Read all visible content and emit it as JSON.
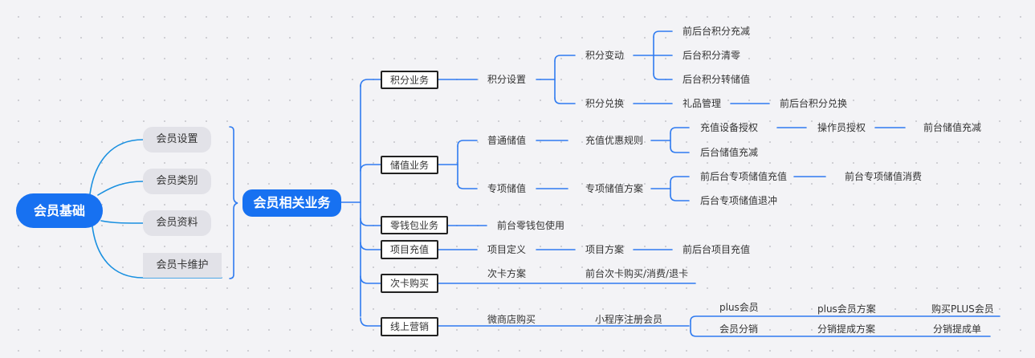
{
  "diagram": {
    "root_left": "会员基础",
    "basics": [
      "会员设置",
      "会员类别",
      "会员资料",
      "会员卡维护"
    ],
    "root_right": "会员相关业务",
    "branches": {
      "points": {
        "label": "积分业务",
        "settings": "积分设置",
        "change": "积分变动",
        "change_items": [
          "前后台积分充减",
          "后台积分清零",
          "后台积分转储值"
        ],
        "exchange": "积分兑换",
        "gift": "礼品管理",
        "gift_next": "前后台积分兑换"
      },
      "stored_value": {
        "label": "储值业务",
        "normal": "普通储值",
        "rules": "充值优惠规则",
        "device_auth": "充值设备授权",
        "operator_auth": "操作员授权",
        "front_recharge": "前台储值充减",
        "back_recharge": "后台储值充减",
        "special": "专项储值",
        "special_plan": "专项储值方案",
        "special_recharge": "前后台专项储值充值",
        "special_consume": "前台专项储值消费",
        "special_refund": "后台专项储值退冲"
      },
      "wallet": {
        "label": "零钱包业务",
        "use": "前台零钱包使用"
      },
      "project": {
        "label": "项目充值",
        "define": "项目定义",
        "plan": "项目方案",
        "recharge": "前后台项目充值"
      },
      "card": {
        "label": "次卡购买",
        "plan": "次卡方案",
        "ops": "前台次卡购买/消费/退卡"
      },
      "online": {
        "label": "线上营销",
        "shop": "微商店购买",
        "miniapp": "小程序注册会员",
        "plus": "plus会员",
        "plus_plan": "plus会员方案",
        "plus_buy": "购买PLUS会员",
        "dist": "会员分销",
        "dist_plan": "分销提成方案",
        "dist_order": "分销提成单"
      }
    }
  },
  "colors": {
    "accent": "#1771f1",
    "line_blue": "#2f7bf0",
    "line_cyan": "#1a90e0",
    "pill_bg": "#e2e2e8",
    "background": "#f3f3f6"
  }
}
